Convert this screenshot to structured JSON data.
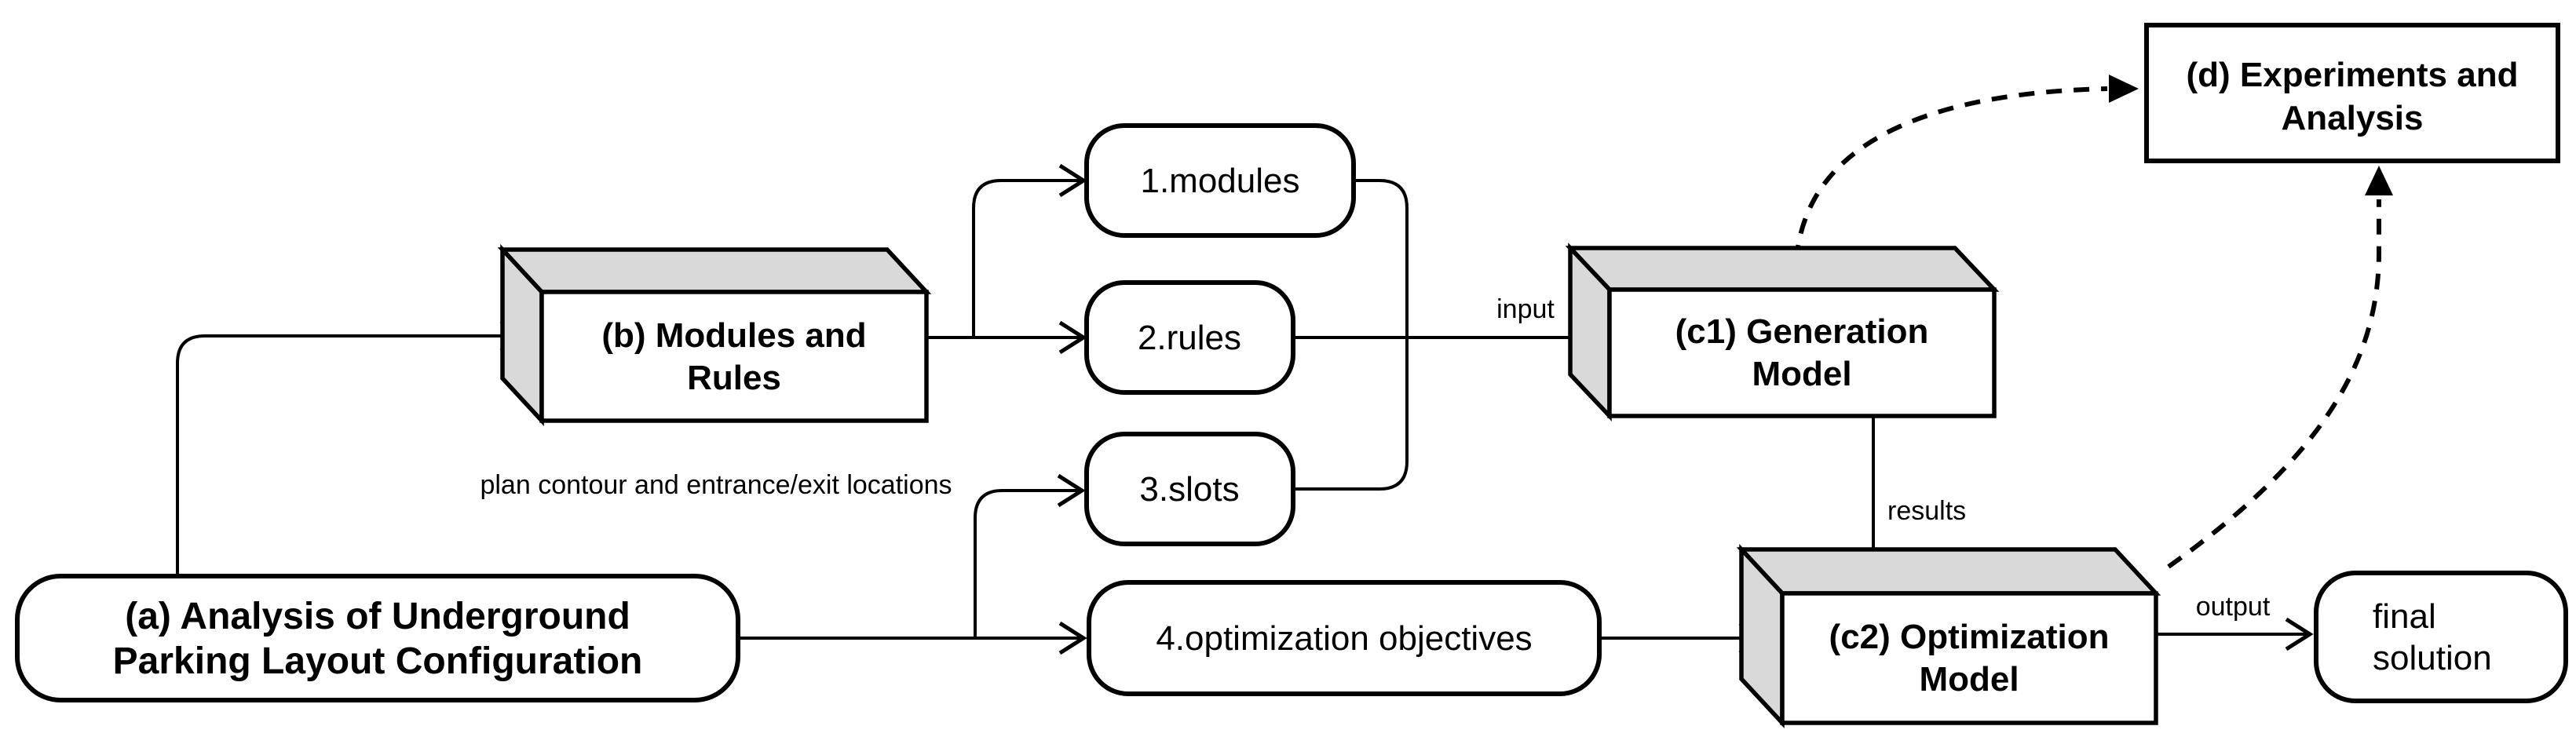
{
  "diagram": {
    "background": "#ffffff",
    "line_color": "#000000",
    "shade_color": "#d9d9d9",
    "nodes": {
      "a": {
        "shape": "rounded-rect",
        "lines": [
          "(a) Analysis of Underground",
          "Parking Layout Configuration"
        ]
      },
      "b": {
        "shape": "box-3d",
        "lines": [
          "(b) Modules and",
          "Rules"
        ]
      },
      "m1": {
        "shape": "rounded-rect",
        "label": "1.modules"
      },
      "m2": {
        "shape": "rounded-rect",
        "label": "2.rules"
      },
      "m3": {
        "shape": "rounded-rect",
        "label": "3.slots"
      },
      "m4": {
        "shape": "rounded-rect",
        "label": "4.optimization objectives"
      },
      "c1": {
        "shape": "box-3d",
        "lines": [
          "(c1) Generation",
          "Model"
        ]
      },
      "c2": {
        "shape": "box-3d",
        "lines": [
          "(c2) Optimization",
          "Model"
        ]
      },
      "d": {
        "shape": "rect",
        "lines": [
          "(d) Experiments and",
          "Analysis"
        ]
      },
      "final": {
        "shape": "rounded-rect",
        "lines": [
          "final",
          "solution"
        ]
      }
    },
    "edge_labels": {
      "plan_contour": "plan contour and entrance/exit locations",
      "input": "input",
      "results": "results",
      "output": "output"
    }
  }
}
